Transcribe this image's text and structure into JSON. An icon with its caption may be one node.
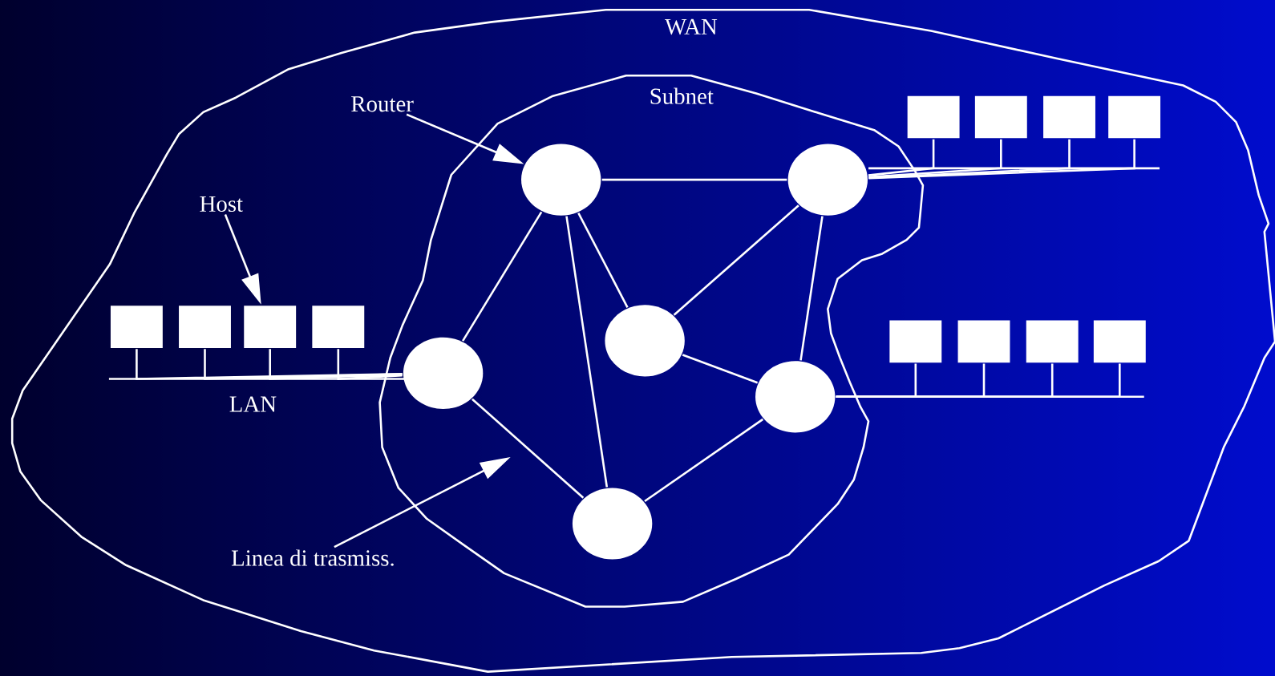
{
  "diagram": {
    "nodes": [
      {
        "text": [
          "WAN"
        ]
      },
      {
        "text": [
          "Subnet"
        ],
        "in": 0
      },
      {
        "text": [
          "Router"
        ],
        "in": 0
      },
      {
        "text": [],
        "shape": "box",
        "in": 0
      },
      {
        "text": [],
        "shape": "box",
        "in": 0
      },
      {
        "text": [],
        "shape": "box",
        "in": 0
      },
      {
        "text": [],
        "shape": "box",
        "in": 0
      },
      {
        "text": [],
        "shape": "circle",
        "in": 1
      },
      {
        "text": [],
        "shape": "circle",
        "in": 1
      },
      {
        "text": [
          "Host"
        ],
        "in": 0
      },
      {
        "text": [],
        "shape": "circle",
        "in": 1
      },
      {
        "text": [],
        "shape": "box",
        "in": 0
      },
      {
        "text": [],
        "shape": "box",
        "in": 0
      },
      {
        "text": [],
        "shape": "box",
        "in": 0
      },
      {
        "text": [],
        "shape": "box",
        "in": 0
      },
      {
        "text": [],
        "shape": "circle",
        "in": 1
      },
      {
        "text": [],
        "shape": "box",
        "in": 0
      },
      {
        "text": [],
        "shape": "box",
        "in": 0
      },
      {
        "text": [],
        "shape": "box",
        "in": 0
      },
      {
        "text": [],
        "shape": "box",
        "in": 0
      },
      {
        "text": [],
        "shape": "circle",
        "in": 1
      },
      {
        "text": [],
        "shape": "circle",
        "in": 1
      },
      {
        "text": [
          "Linea di trasmiss."
        ],
        "in": 0
      }
    ],
    "edges": [
      {
        "from": 7,
        "to": 8,
        "arrow": "none"
      },
      {
        "from": 7,
        "to": 15,
        "arrow": "none"
      },
      {
        "from": 7,
        "to": 21,
        "arrow": "none"
      },
      {
        "from": 7,
        "to": 10,
        "arrow": "none"
      },
      {
        "from": 8,
        "to": 10,
        "arrow": "none"
      },
      {
        "from": 8,
        "to": 20,
        "arrow": "none"
      },
      {
        "from": 10,
        "to": 20,
        "arrow": "none"
      },
      {
        "from": 15,
        "to": 21,
        "arrow": "none"
      },
      {
        "from": 20,
        "to": 21,
        "arrow": "none"
      },
      {
        "from": 3,
        "to": 8,
        "arrow": "none"
      },
      {
        "from": 4,
        "to": 8,
        "arrow": "none"
      },
      {
        "from": 5,
        "to": 8,
        "arrow": "none"
      },
      {
        "from": 6,
        "to": 8,
        "arrow": "none"
      },
      {
        "from": 11,
        "to": 15,
        "arrow": "none"
      },
      {
        "from": 12,
        "to": 15,
        "arrow": "none"
      },
      {
        "from": 13,
        "to": 15,
        "arrow": "none"
      },
      {
        "from": 14,
        "to": 15,
        "arrow": "none"
      },
      {
        "from": 16,
        "to": 20,
        "arrow": "none"
      },
      {
        "from": 17,
        "to": 20,
        "arrow": "none"
      },
      {
        "from": 18,
        "to": 20,
        "arrow": "none"
      },
      {
        "from": 19,
        "to": 20,
        "arrow": "none"
      },
      {
        "from": 2,
        "to": 7,
        "arrow": "to"
      },
      {
        "from": 9,
        "to": 13,
        "arrow": "to"
      },
      {
        "from": 22,
        "to": null,
        "arrow": "to"
      }
    ],
    "labels": [
      "LAN"
    ]
  }
}
